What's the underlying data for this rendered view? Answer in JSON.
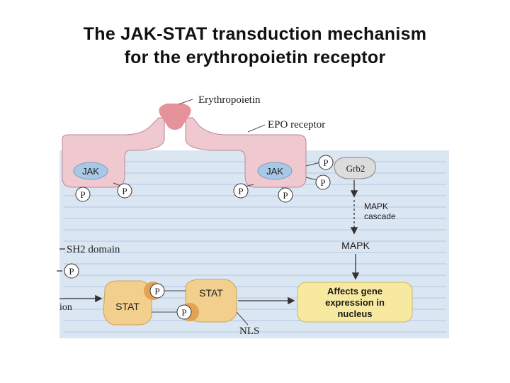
{
  "title": {
    "line1": "The JAK-STAT transduction mechanism",
    "line2": "for the erythropoietin receptor"
  },
  "diagram": {
    "ligand_label": "Erythropoietin",
    "receptor_label": "EPO receptor",
    "jak_left": "JAK",
    "jak_right": "JAK",
    "phospho": "P",
    "grb2": "Grb2",
    "mapk_cascade_line1": "MAPK",
    "mapk_cascade_line2": "cascade",
    "mapk": "MAPK",
    "sh2_domain": "SH2 domain",
    "legend_p": "P",
    "partial_left": "ion",
    "stat_left": "STAT",
    "stat_right": "STAT",
    "nls": "NLS",
    "outcome_line1": "Affects gene",
    "outcome_line2": "expression in",
    "outcome_line3": "nucleus",
    "colors": {
      "receptor_fill": "#f0c8cf",
      "ligand_fill": "#e6929a",
      "jak_fill": "#a9c7e6",
      "background_panel": "#dbe6f3",
      "stat_fill": "#f2cf8c",
      "outcome_fill": "#f7e9a0",
      "arrow": "#333333"
    }
  }
}
